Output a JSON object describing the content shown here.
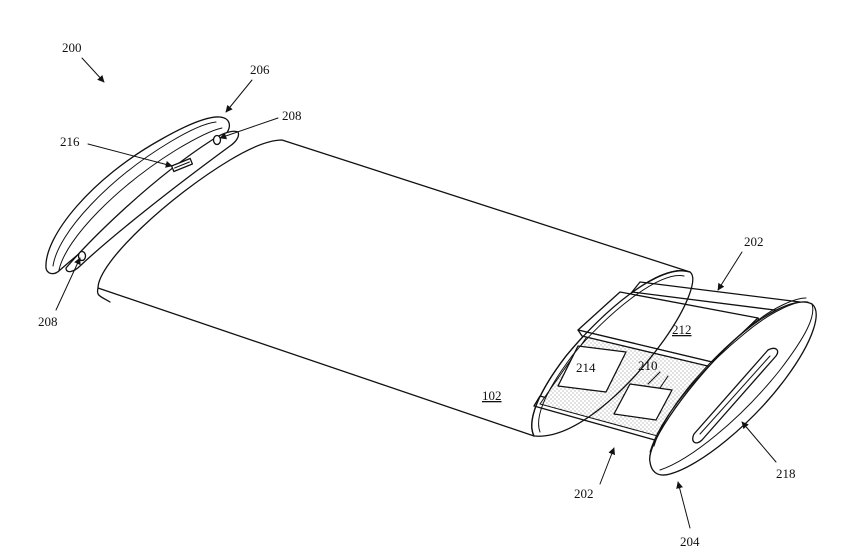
{
  "figure": {
    "labels": {
      "device": "200",
      "end_cap_top": "206",
      "fastener_top": "208",
      "port_top": "216",
      "fastener_bottom": "208",
      "rail_top": "202",
      "battery": "212",
      "component_214": "214",
      "board": "210",
      "display": "102",
      "rail_bottom": "202",
      "port_bottom": "218",
      "end_cap_bottom": "204"
    }
  }
}
